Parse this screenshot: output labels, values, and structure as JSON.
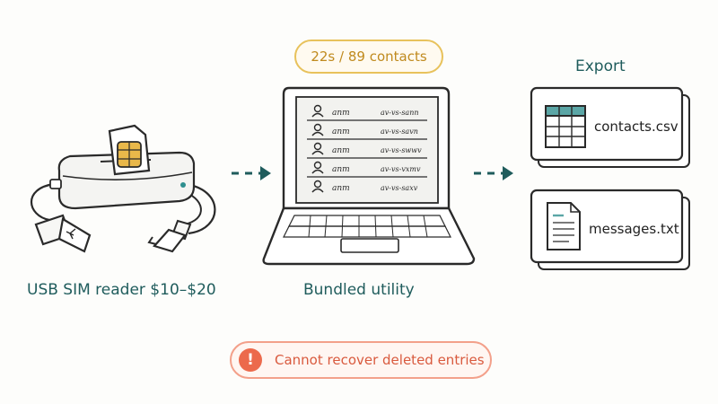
{
  "reader": {
    "caption": "USB SIM reader $10–$20"
  },
  "laptop": {
    "caption": "Bundled utility",
    "timer": "22s / 89 contacts",
    "rows": [
      {
        "name": "anm",
        "number": "av-vs-sann"
      },
      {
        "name": "anm",
        "number": "av-vs-savn"
      },
      {
        "name": "anm",
        "number": "av-vs-swwv"
      },
      {
        "name": "anm",
        "number": "av-vs-vxmv"
      },
      {
        "name": "anm",
        "number": "av-vs-saxv"
      }
    ]
  },
  "export": {
    "heading": "Export",
    "files": [
      {
        "name": "contacts.csv",
        "icon": "spreadsheet-icon"
      },
      {
        "name": "messages.txt",
        "icon": "document-icon"
      }
    ]
  },
  "warning": {
    "text": "Cannot recover deleted entries",
    "icon": "exclamation-icon"
  },
  "colors": {
    "teal": "#1f5c5c",
    "amber": "#e8c25c",
    "coral": "#ec6a4c",
    "sim_gold": "#e9b84a",
    "table_header": "#5ba6a6"
  }
}
